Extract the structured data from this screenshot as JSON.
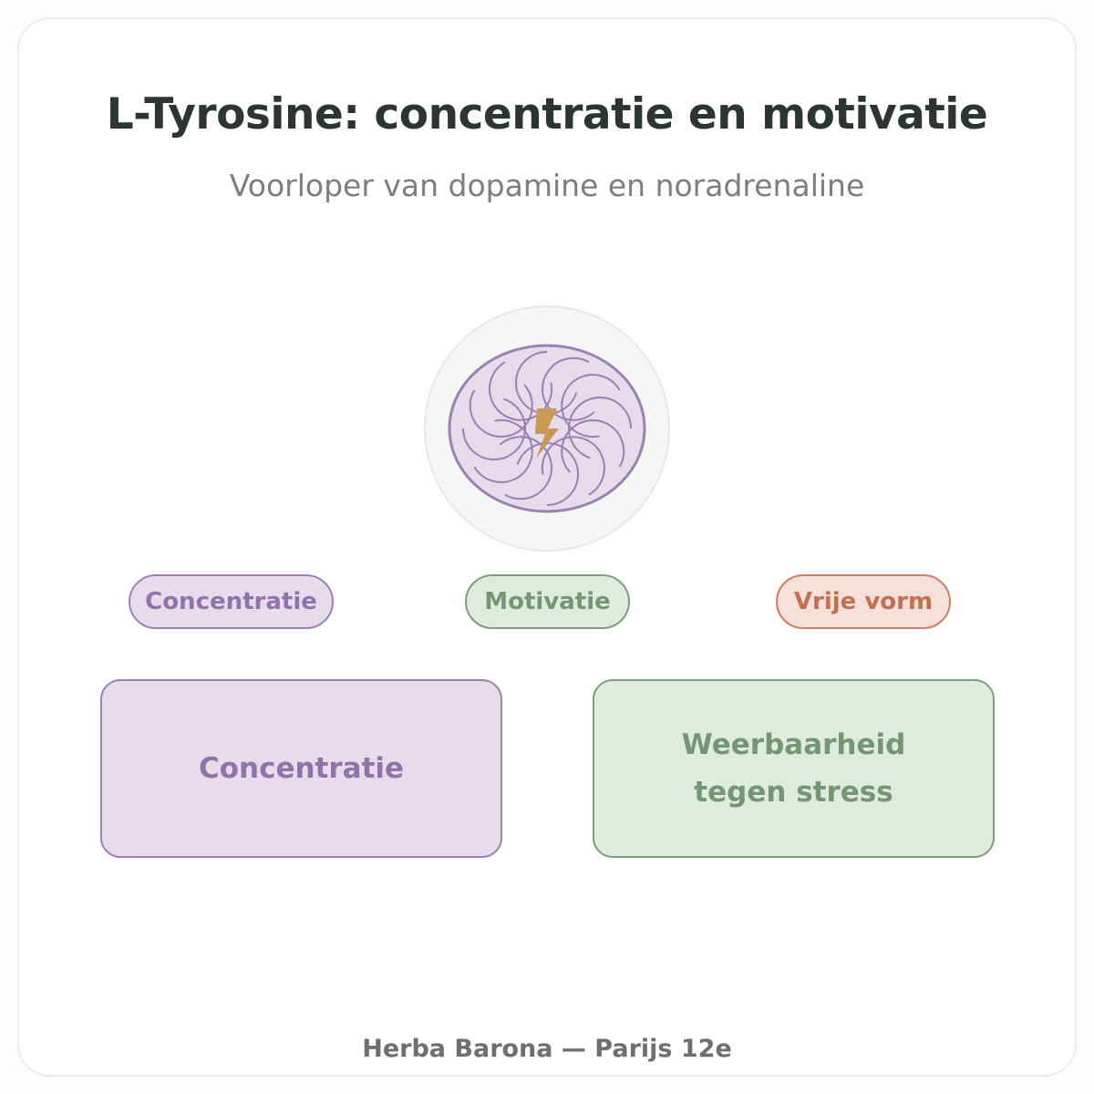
{
  "header": {
    "title": "L-Tyrosine: concentratie en motivatie",
    "subtitle": "Voorloper van dopamine en noradrenaline"
  },
  "emblem": {
    "icon": "swirl-lightning-icon",
    "colors": {
      "ring": "#f5f7f4",
      "fill": "#e6dcec",
      "stroke": "#9c80b4",
      "bolt": "#c99a55"
    }
  },
  "tags": [
    {
      "label": "Concentratie",
      "color": "#9c80b4"
    },
    {
      "label": "Motivatie",
      "color": "#7d9e7b"
    },
    {
      "label": "Vrije vorm",
      "color": "#cf7e63"
    }
  ],
  "benefits": [
    {
      "label": "Concentratie",
      "color": "#9c80b4"
    },
    {
      "label": "Weerbaarheid tegen stress",
      "color": "#7d9e7b"
    }
  ],
  "footer": {
    "text": "Herba Barona — Parijs 12e"
  }
}
